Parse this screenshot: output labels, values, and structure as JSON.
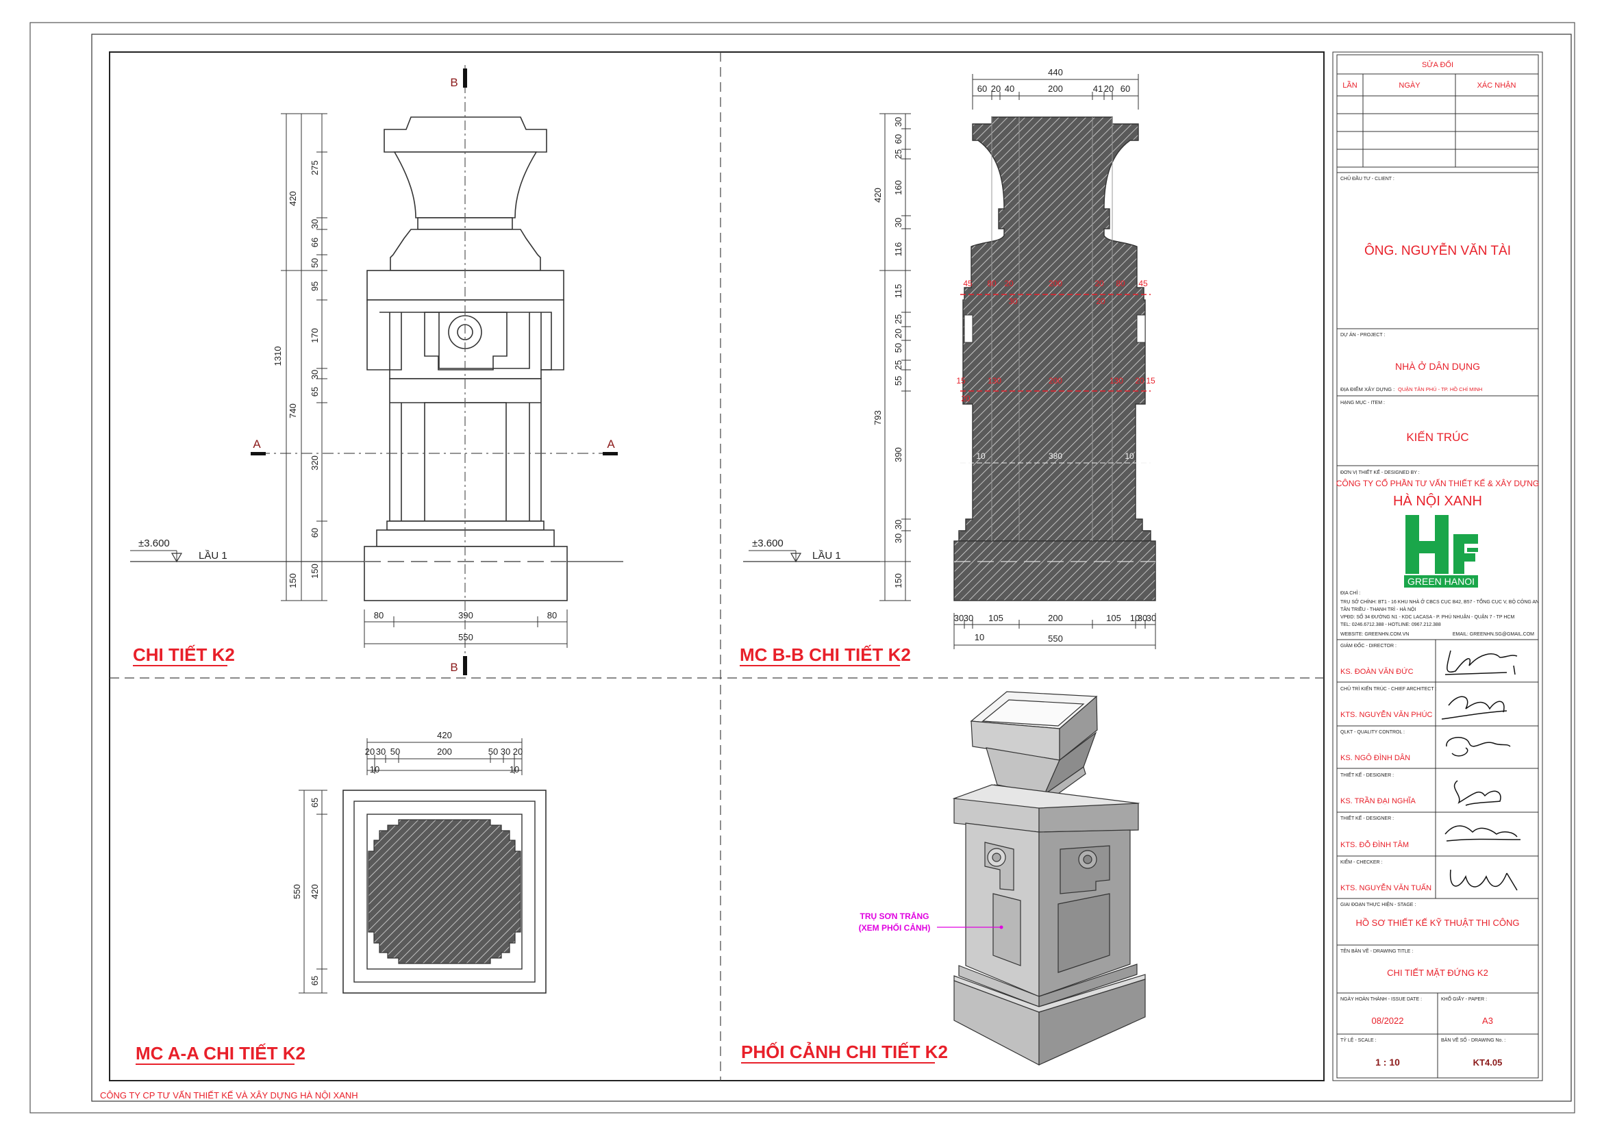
{
  "views": {
    "elevation": {
      "title": "CHI TIẾT K2"
    },
    "section_bb": {
      "title": "MC B-B CHI TIẾT K2"
    },
    "section_aa": {
      "title": "MC A-A CHI TIẾT K2"
    },
    "perspective": {
      "title": "PHỐI CẢNH CHI TIẾT K2",
      "note_line1": "TRỤ SƠN TRẮNG",
      "note_line2": "(XEM PHỐI CẢNH)"
    }
  },
  "markers": {
    "section_a": "A",
    "section_b": "B"
  },
  "level": {
    "value": "±3.600",
    "label": "LẦU 1"
  },
  "dims": {
    "elev_bottom": [
      "80",
      "390",
      "80",
      "550"
    ],
    "elev_left": [
      "420",
      "1310",
      "740",
      "150"
    ],
    "elev_right": [
      "275",
      "30",
      "66",
      "50",
      "95",
      "170",
      "30",
      "65",
      "320",
      "60",
      "150"
    ],
    "bb_top": [
      "440",
      "60",
      "20",
      "40",
      "200",
      "41",
      "20",
      "60"
    ],
    "bb_left": [
      "420",
      "793",
      "150"
    ],
    "bb_right": [
      "30",
      "60",
      "25",
      "160",
      "30",
      "116",
      "115",
      "25",
      "20",
      "50",
      "25",
      "55",
      "390",
      "30",
      "30"
    ],
    "bb_bottom": [
      "30",
      "30",
      "105",
      "200",
      "105",
      "10",
      "30",
      "30",
      "10",
      "550"
    ],
    "bb_red_upper": [
      "45",
      "80",
      "20",
      "200",
      "20",
      "80",
      "45",
      "30",
      "20"
    ],
    "bb_red_lower": [
      "15",
      "130",
      "200",
      "130",
      "15",
      "20",
      "20"
    ],
    "bb_black_mid": [
      "10",
      "380",
      "10"
    ],
    "aa_top": [
      "420",
      "20",
      "30",
      "50",
      "200",
      "50",
      "30",
      "20",
      "10",
      "10"
    ],
    "aa_left": [
      "550",
      "65",
      "420",
      "65"
    ]
  },
  "title_block": {
    "revision_header": "SỬA ĐỔI",
    "rev_cols": [
      "LẦN",
      "NGÀY",
      "XÁC NHẬN"
    ],
    "client_label": "CHỦ ĐẦU TƯ - CLIENT :",
    "client": "ÔNG. NGUYỄN VĂN TÀI",
    "project_label": "DỰ ÁN - PROJECT :",
    "project": "NHÀ Ở DÂN DỤNG",
    "location_label": "ĐỊA ĐIỂM XÂY DỰNG :",
    "location": "QUẬN TÂN PHÚ - TP. HỒ CHÍ MINH",
    "item_label": "HẠNG MỤC - ITEM :",
    "item": "KIẾN TRÚC",
    "designer_label": "ĐƠN VỊ THIẾT KẾ - DESIGNED BY :",
    "company_line1": "CÔNG TY CỔ PHẦN TƯ VẤN THIẾT KẾ & XÂY DỰNG",
    "company_line2": "HÀ NỘI XANH",
    "logo_text": "GREEN HANOI",
    "address_label": "ĐỊA CHỈ :",
    "address_line1": "TRỤ SỞ CHÍNH: BT1 - 16 KHU NHÀ Ở CBCS CỤC B42, B57 - TỔNG CỤC V, BỘ CÔNG AN",
    "address_line2": "TÂN TRIỀU - THANH TRÌ - HÀ NỘI",
    "address_line3": "VPĐD: SỐ 34 ĐƯỜNG N1 - KDC LACASA - P. PHÚ NHUẬN - QUẬN 7 - TP HCM",
    "phone": "TEL: 0246.6712.388 - HOTLINE: 0967.212.388",
    "website": "WEBSITE: GREENHN.COM.VN",
    "email": "EMAIL: GREENHN.SG@GMAIL.COM",
    "staff": [
      {
        "role": "GIÁM ĐỐC - DIRECTOR :",
        "name": "KS. ĐOÀN VĂN ĐỨC"
      },
      {
        "role": "CHỦ TRÌ KIẾN TRÚC - CHIEF ARCHITECT :",
        "name": "KTS. NGUYỄN VĂN PHÚC"
      },
      {
        "role": "QLKT - QUALITY CONTROL :",
        "name": "KS. NGÔ ĐÌNH DÂN"
      },
      {
        "role": "THIẾT KẾ - DESIGNER :",
        "name": "KS. TRẦN ĐẠI NGHĨA"
      },
      {
        "role": "THIẾT KẾ - DESIGNER :",
        "name": "KTS. ĐỖ ĐÌNH TÂM"
      },
      {
        "role": "KIỂM - CHECKER :",
        "name": "KTS. NGUYỄN VĂN TUẤN"
      }
    ],
    "stage_label": "GIAI ĐOẠN THỰC HIỆN - STAGE :",
    "stage": "HỒ SƠ THIẾT KẾ KỸ THUẬT THI CÔNG",
    "drawing_title_label": "TÊN BẢN VẼ - DRAWING TITLE :",
    "drawing_title": "CHI TIẾT MẶT ĐỨNG K2",
    "issue_date_label": "NGÀY HOÀN THÀNH - ISSUE DATE :",
    "issue_date": "08/2022",
    "paper_label": "KHỔ GIẤY - PAPER :",
    "paper": "A3",
    "scale_label": "TỶ LỆ - SCALE :",
    "scale": "1 : 10",
    "drawing_no_label": "BẢN VẼ SỐ - DRAWING No. :",
    "drawing_no": "KT4.05"
  },
  "footer": "CÔNG TY CP TƯ VẤN THIẾT KẾ VÀ XÂY DỰNG HÀ NỘI XANH",
  "colors": {
    "red": "#e8202a",
    "green": "#1aa64a",
    "magenta": "#e000e0",
    "darkred": "#8b1a1a"
  }
}
